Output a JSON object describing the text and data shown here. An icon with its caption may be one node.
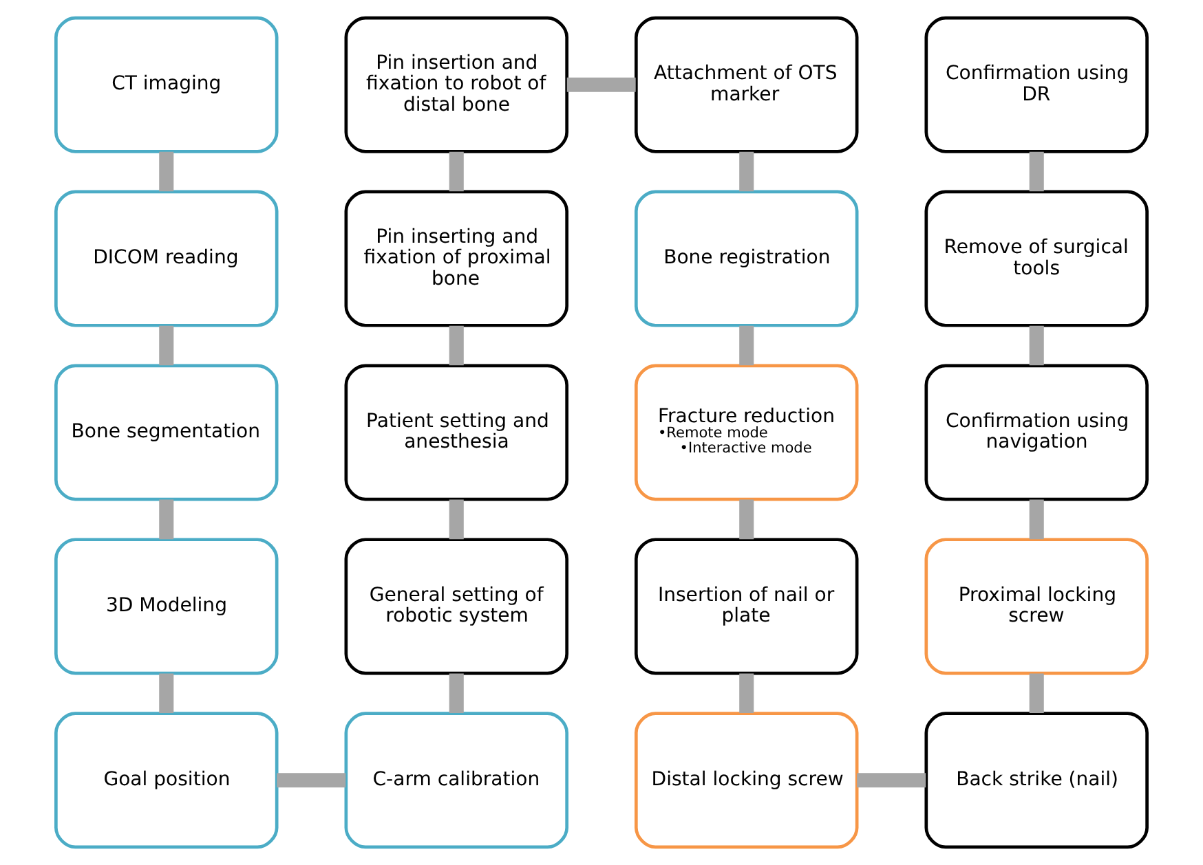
{
  "diagram": {
    "nodes": [
      {
        "text": [
          "CT imaging"
        ]
      },
      {
        "text": [
          "DICOM reading"
        ]
      },
      {
        "text": [
          "Bone segmentation"
        ]
      },
      {
        "text": [
          "3D Modeling"
        ]
      },
      {
        "text": [
          "Goal position"
        ]
      },
      {
        "text": [
          "C-arm calibration"
        ]
      },
      {
        "text": [
          "General setting of robotic system"
        ]
      },
      {
        "text": [
          "Patient setting and anesthesia"
        ]
      },
      {
        "text": [
          "Pin inserting and fixation of proximal bone"
        ]
      },
      {
        "text": [
          "Pin insertion and fixation to robot of distal bone"
        ]
      },
      {
        "text": [
          "Attachment of OTS marker"
        ]
      },
      {
        "text": [
          "Bone registration"
        ]
      },
      {
        "text": [
          "Fracture reduction",
          "•Remote mode",
          "•Interactive mode"
        ]
      },
      {
        "text": [
          "Insertion of nail or plate"
        ]
      },
      {
        "text": [
          "Distal locking screw"
        ]
      },
      {
        "text": [
          "Back strike (nail)"
        ]
      },
      {
        "text": [
          "Proximal locking screw"
        ]
      },
      {
        "text": [
          "Confirmation using navigation"
        ]
      },
      {
        "text": [
          "Remove of surgical tools"
        ]
      },
      {
        "text": [
          "Confirmation using DR"
        ]
      }
    ],
    "edges": [
      {
        "from": 0,
        "to": 1,
        "arrow": "none"
      },
      {
        "from": 1,
        "to": 2,
        "arrow": "none"
      },
      {
        "from": 2,
        "to": 3,
        "arrow": "none"
      },
      {
        "from": 3,
        "to": 4,
        "arrow": "none"
      },
      {
        "from": 4,
        "to": 5,
        "arrow": "none"
      },
      {
        "from": 5,
        "to": 6,
        "arrow": "none"
      },
      {
        "from": 6,
        "to": 7,
        "arrow": "none"
      },
      {
        "from": 7,
        "to": 8,
        "arrow": "none"
      },
      {
        "from": 8,
        "to": 9,
        "arrow": "none"
      },
      {
        "from": 9,
        "to": 10,
        "arrow": "none"
      },
      {
        "from": 10,
        "to": 11,
        "arrow": "none"
      },
      {
        "from": 11,
        "to": 12,
        "arrow": "none"
      },
      {
        "from": 12,
        "to": 13,
        "arrow": "none"
      },
      {
        "from": 13,
        "to": 14,
        "arrow": "none"
      },
      {
        "from": 14,
        "to": 15,
        "arrow": "none"
      },
      {
        "from": 15,
        "to": 16,
        "arrow": "none"
      },
      {
        "from": 16,
        "to": 17,
        "arrow": "none"
      },
      {
        "from": 17,
        "to": 18,
        "arrow": "none"
      },
      {
        "from": 18,
        "to": 19,
        "arrow": "none"
      }
    ]
  }
}
